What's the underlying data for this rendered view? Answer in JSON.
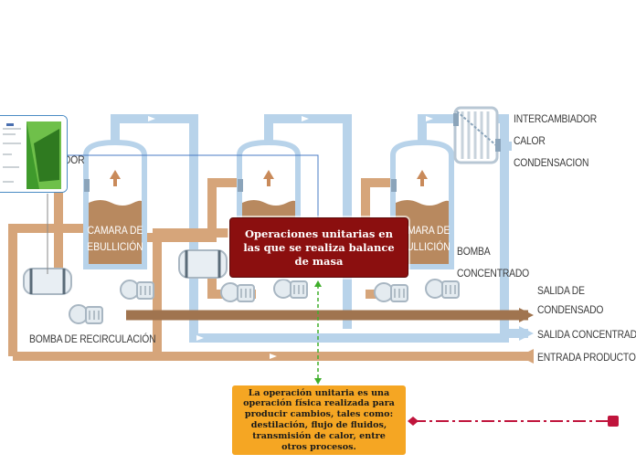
{
  "central_topic": "Operaciones unitarias en las que se realiza balance de masa",
  "subtopic": "La operación unitaria es una operación física realizada para producir cambios, tales como: destilación, flujo de fluidos, transmisión de calor, entre otros procesos.",
  "diagram": {
    "tank_1_label": "CAMARA DE EBULLICIÓN",
    "tank_3_label": "CAMARA DE EBULLICIÓN",
    "heat_exchanger_label": "INTERCAMBIADOR\nCALOR CONDENSACION",
    "partial_left_label": "DOR",
    "pump_concentrate_label": "BOMBA\nCONCENTRADO",
    "recirculation_pump_label": "BOMBA DE RECIRCULACIÓN",
    "outlet_condensate_label": "SALIDA DE\nCONDENSADO",
    "outlet_concentrate_label": "SALIDA  CONCENTRADO",
    "inlet_product_label": "ENTRADA PRODUCTO"
  },
  "colors": {
    "central_topic_fill": "#8b0f0f",
    "subtopic_fill": "#f5a623",
    "connector_green": "#3fae2a",
    "connector_red": "#c0143c",
    "steam_pipe": "#b8d3ea",
    "product_pipe": "#d6a57a",
    "tank_fill": "#b8895f"
  },
  "icons": [
    "arrow-right-icon",
    "arrow-up-icon",
    "pump-icon",
    "heat-exchanger-icon",
    "diamond-node-icon",
    "square-node-icon"
  ]
}
